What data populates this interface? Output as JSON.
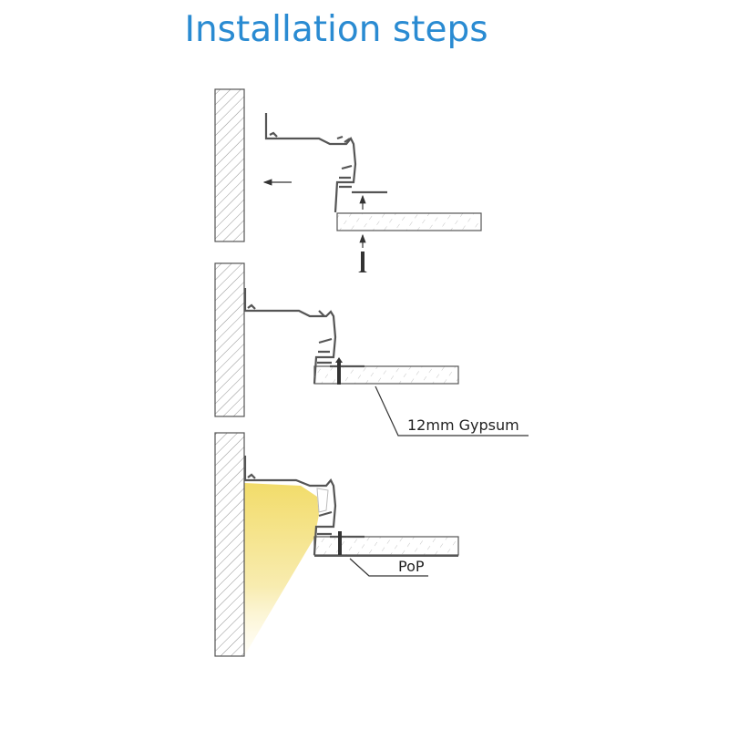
{
  "title": "Installation steps",
  "labels": {
    "gypsum": "12mm Gypsum",
    "pop": "PoP"
  },
  "colors": {
    "title": "#2a8bd2",
    "light": "#f5e27a",
    "line": "#444444"
  },
  "steps": [
    {
      "name": "step-1-mount-profile"
    },
    {
      "name": "step-2-fixed-gypsum"
    },
    {
      "name": "step-3-finished-pop"
    }
  ]
}
